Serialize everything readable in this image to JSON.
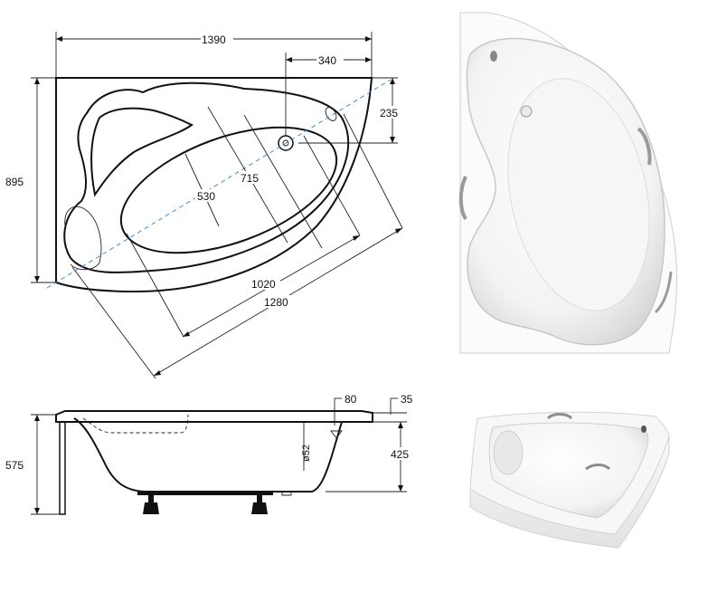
{
  "top_view": {
    "dim_total_width": "1390",
    "dim_drain_offset": "340",
    "dim_drain_depth": "235",
    "dim_total_depth": "895",
    "dim_inner_width": "715",
    "dim_inner_bottom": "530",
    "dim_inner_length": "1020",
    "dim_outer_length": "1280"
  },
  "side_view": {
    "dim_rim_width": "80",
    "dim_rim_thickness": "35",
    "dim_total_height": "575",
    "dim_tub_depth": "425",
    "dim_drain_diameter": "ø52"
  },
  "photos": {
    "top_photo": "corner-bathtub-top-photo",
    "perspective_photo": "corner-bathtub-perspective-photo"
  },
  "colors": {
    "line": "#111111",
    "accent_axis": "#3a8fd6",
    "tub_white": "#f7f7f7",
    "tub_shadow": "#d9d9d9"
  }
}
